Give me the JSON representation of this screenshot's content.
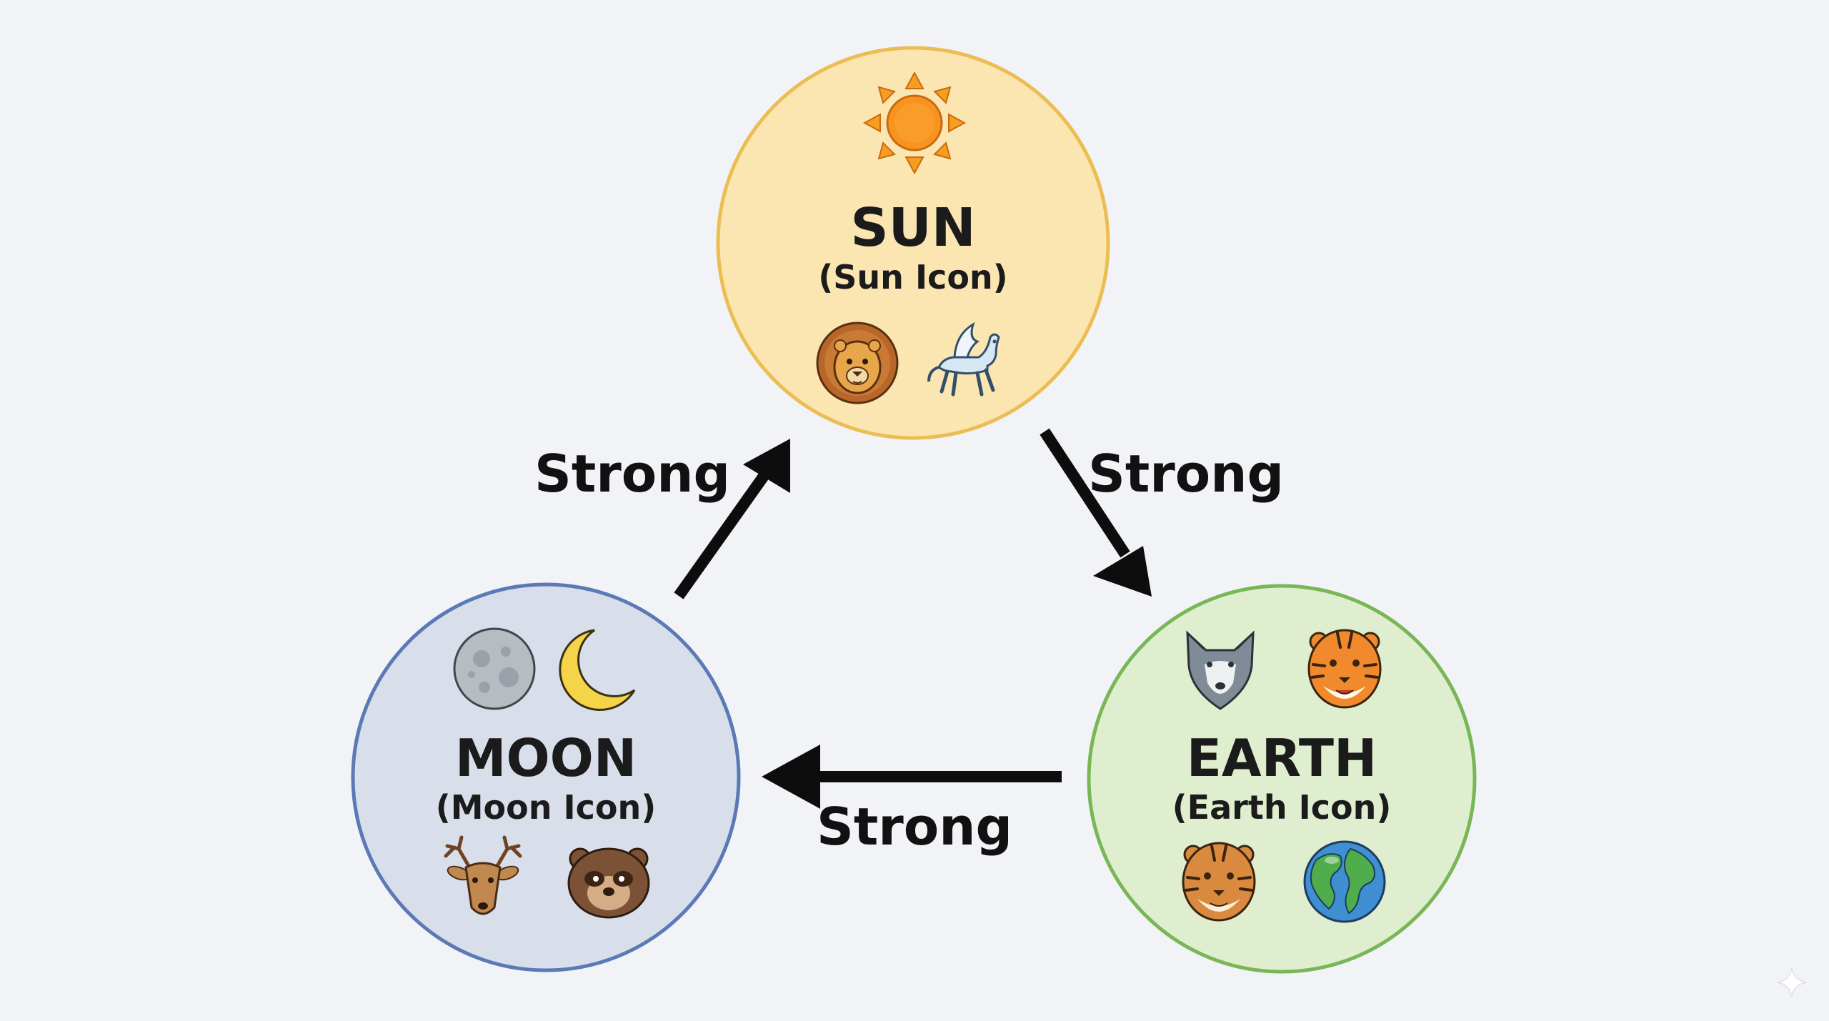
{
  "nodes": {
    "sun": {
      "title": "SUN",
      "subtitle": "(Sun Icon)",
      "fill": "#fbe6b2",
      "stroke": "#ebbd53",
      "icons": [
        "sun-icon",
        "lion-icon",
        "pegasus-icon"
      ]
    },
    "earth": {
      "title": "EARTH",
      "subtitle": "(Earth Icon)",
      "fill": "#dfeecf",
      "stroke": "#79b656",
      "icons": [
        "wolf-icon",
        "tiger-icon",
        "tiger-icon",
        "globe-icon"
      ]
    },
    "moon": {
      "title": "MOON",
      "subtitle": "(Moon Icon)",
      "fill": "#d8deea",
      "stroke": "#5b7ab5",
      "icons": [
        "full-moon-icon",
        "crescent-moon-icon",
        "deer-icon",
        "raccoon-icon"
      ]
    }
  },
  "edges": [
    {
      "from": "moon",
      "to": "sun",
      "label": "Strong"
    },
    {
      "from": "sun",
      "to": "earth",
      "label": "Strong"
    },
    {
      "from": "earth",
      "to": "moon",
      "label": "Strong"
    }
  ],
  "colors": {
    "background": "#f1f3f7",
    "arrow": "#0d0d0d",
    "text": "#1b1b1b"
  }
}
